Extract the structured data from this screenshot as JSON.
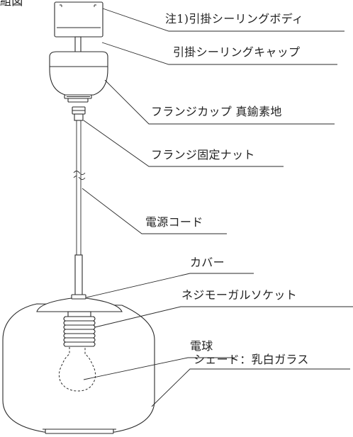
{
  "corner_text": "組図",
  "labels": {
    "body": "注1)引掛シーリングボディ",
    "cap": "引掛シーリングキャップ",
    "flange_cup": "フランジカップ 真鍮素地",
    "flange_nut": "フランジ固定ナット",
    "cord": "電源コード",
    "cover": "カバー",
    "socket": "ネジモーガルソケット",
    "bulb": "電球",
    "shade": "シェード：乳白ガラス"
  }
}
